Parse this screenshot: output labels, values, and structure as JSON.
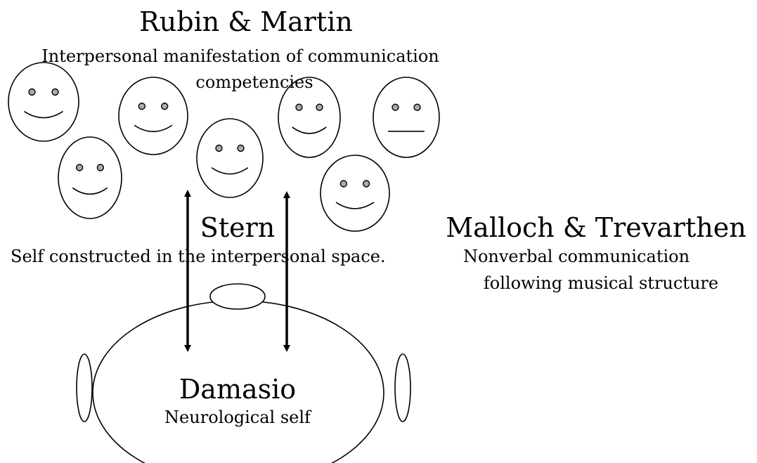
{
  "rubin_martin": {
    "title": "Rubin & Martin",
    "line1": "Interpersonal manifestation of communication",
    "line2": "competencies"
  },
  "stern": {
    "title": "Stern",
    "subtitle": "Self constructed in the interpersonal space."
  },
  "malloch_trevarthen": {
    "title": "Malloch & Trevarthen",
    "line1": "Nonverbal communication",
    "line2": "following musical structure"
  },
  "damasio": {
    "title": "Damasio",
    "subtitle": "Neurological self"
  },
  "faces": [
    {
      "expression": "smile"
    },
    {
      "expression": "smile"
    },
    {
      "expression": "smile"
    },
    {
      "expression": "smile"
    },
    {
      "expression": "smile"
    },
    {
      "expression": "neutral"
    },
    {
      "expression": "smile"
    }
  ],
  "arrows": [
    {
      "direction": "bidirectional"
    },
    {
      "direction": "bidirectional"
    }
  ]
}
